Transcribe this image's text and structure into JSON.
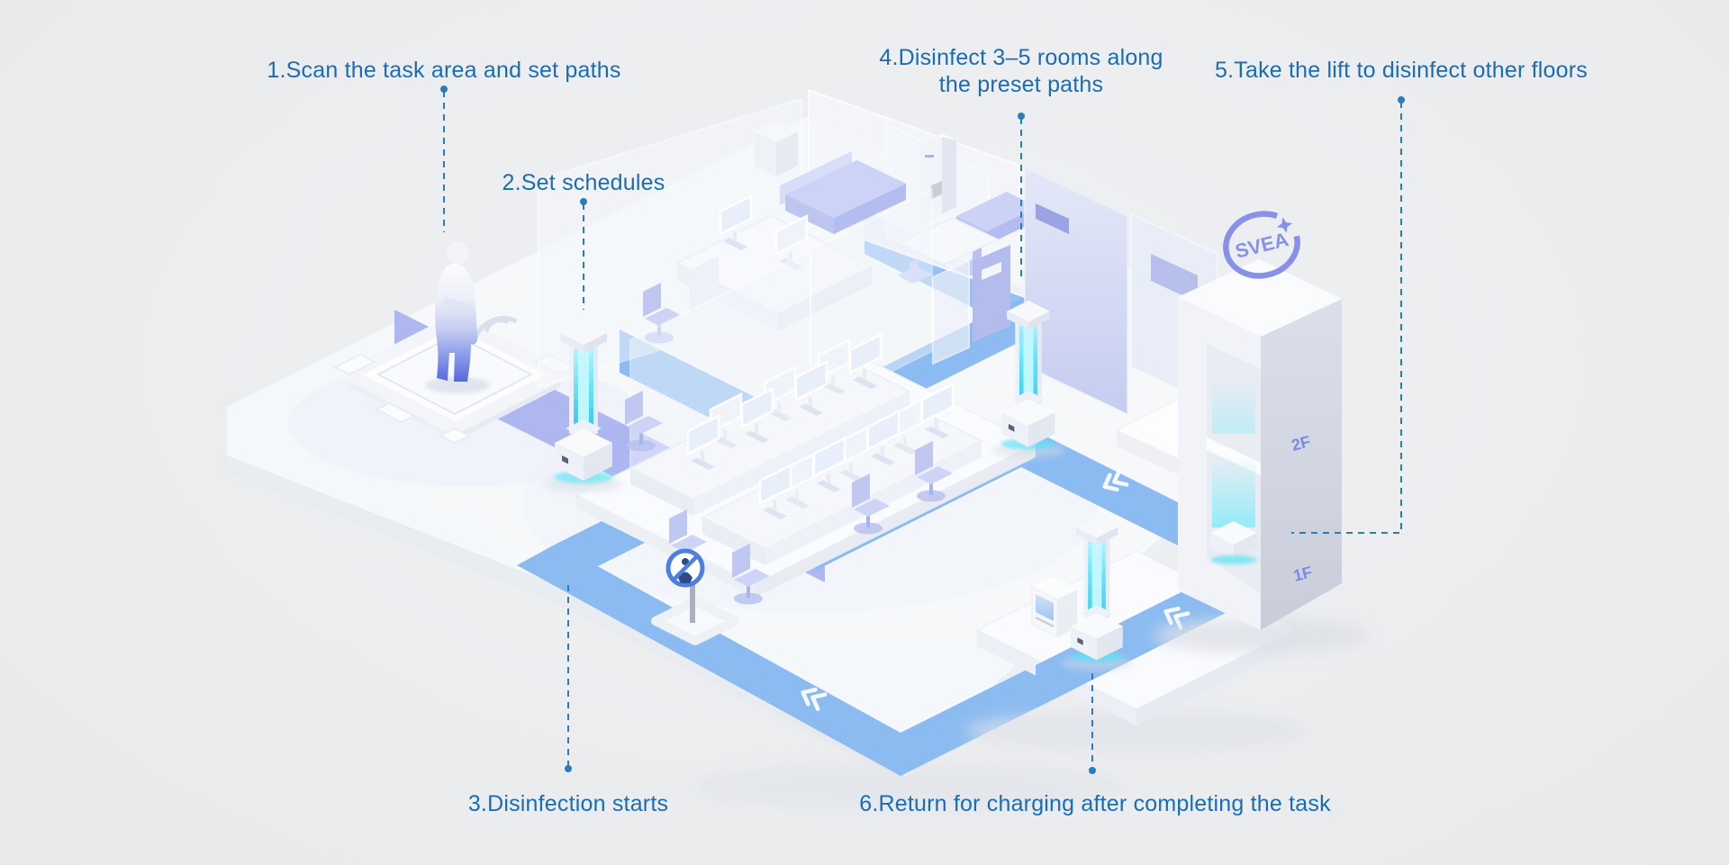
{
  "page": {
    "background_color": "#ebedef"
  },
  "palette": {
    "label_text": "#1a6db4",
    "leader_line": "#2b7cbd",
    "path_blue": "#8cbbf1",
    "path_lavender": "#a2abed",
    "glow_cyan": "#4ee2f6",
    "furniture_lavender": "#c9cff5",
    "lift_gray": "#ced3de",
    "logo_purple": "#8791e8"
  },
  "steps": [
    {
      "label": "1.Scan the task area and set paths"
    },
    {
      "label": "2.Set schedules"
    },
    {
      "label": "3.Disinfection starts"
    },
    {
      "lines": [
        "4.Disinfect 3–5 rooms along",
        "the preset paths"
      ]
    },
    {
      "label": "5.Take the lift to disinfect other floors"
    },
    {
      "label": "6.Return for charging after completing the task"
    }
  ],
  "lift": {
    "logo_text": "SVEA",
    "floor_labels": {
      "upper": "2F",
      "lower": "1F"
    }
  }
}
